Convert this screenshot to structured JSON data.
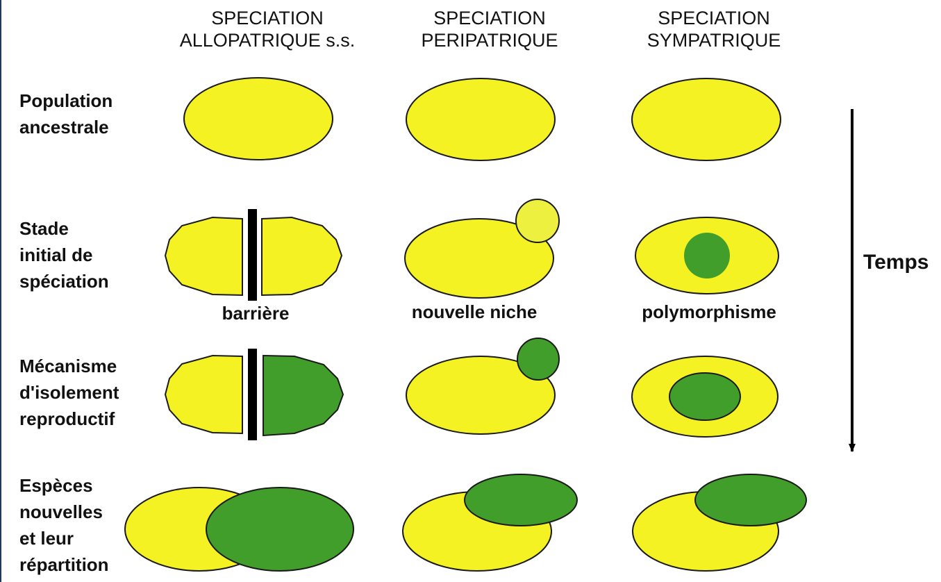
{
  "columns": [
    {
      "line1": "SPECIATION",
      "line2": "ALLOPATRIQUE s.s."
    },
    {
      "line1": "SPECIATION",
      "line2": "PERIPATRIQUE"
    },
    {
      "line1": "SPECIATION",
      "line2": "SYMPATRIQUE"
    }
  ],
  "rows": [
    {
      "lines": [
        "Population",
        "ancestrale"
      ]
    },
    {
      "lines": [
        "Stade",
        "initial de",
        "spéciation"
      ]
    },
    {
      "lines": [
        "Mécanisme",
        "d'isolement",
        "reproductif"
      ]
    },
    {
      "lines": [
        "Espèces",
        "nouvelles",
        "et leur",
        "répartition"
      ]
    }
  ],
  "captions": {
    "allopatric": "barrière",
    "peripatric": "nouvelle niche",
    "sympatric": "polymorphisme"
  },
  "time_axis": {
    "label": "Temps"
  },
  "colors": {
    "ancestral_yellow": "#f5f223",
    "pale_yellow": "#eef040",
    "new_species_green": "#429e2a",
    "outline": "#1a1a1a",
    "barrier": "#000000"
  }
}
